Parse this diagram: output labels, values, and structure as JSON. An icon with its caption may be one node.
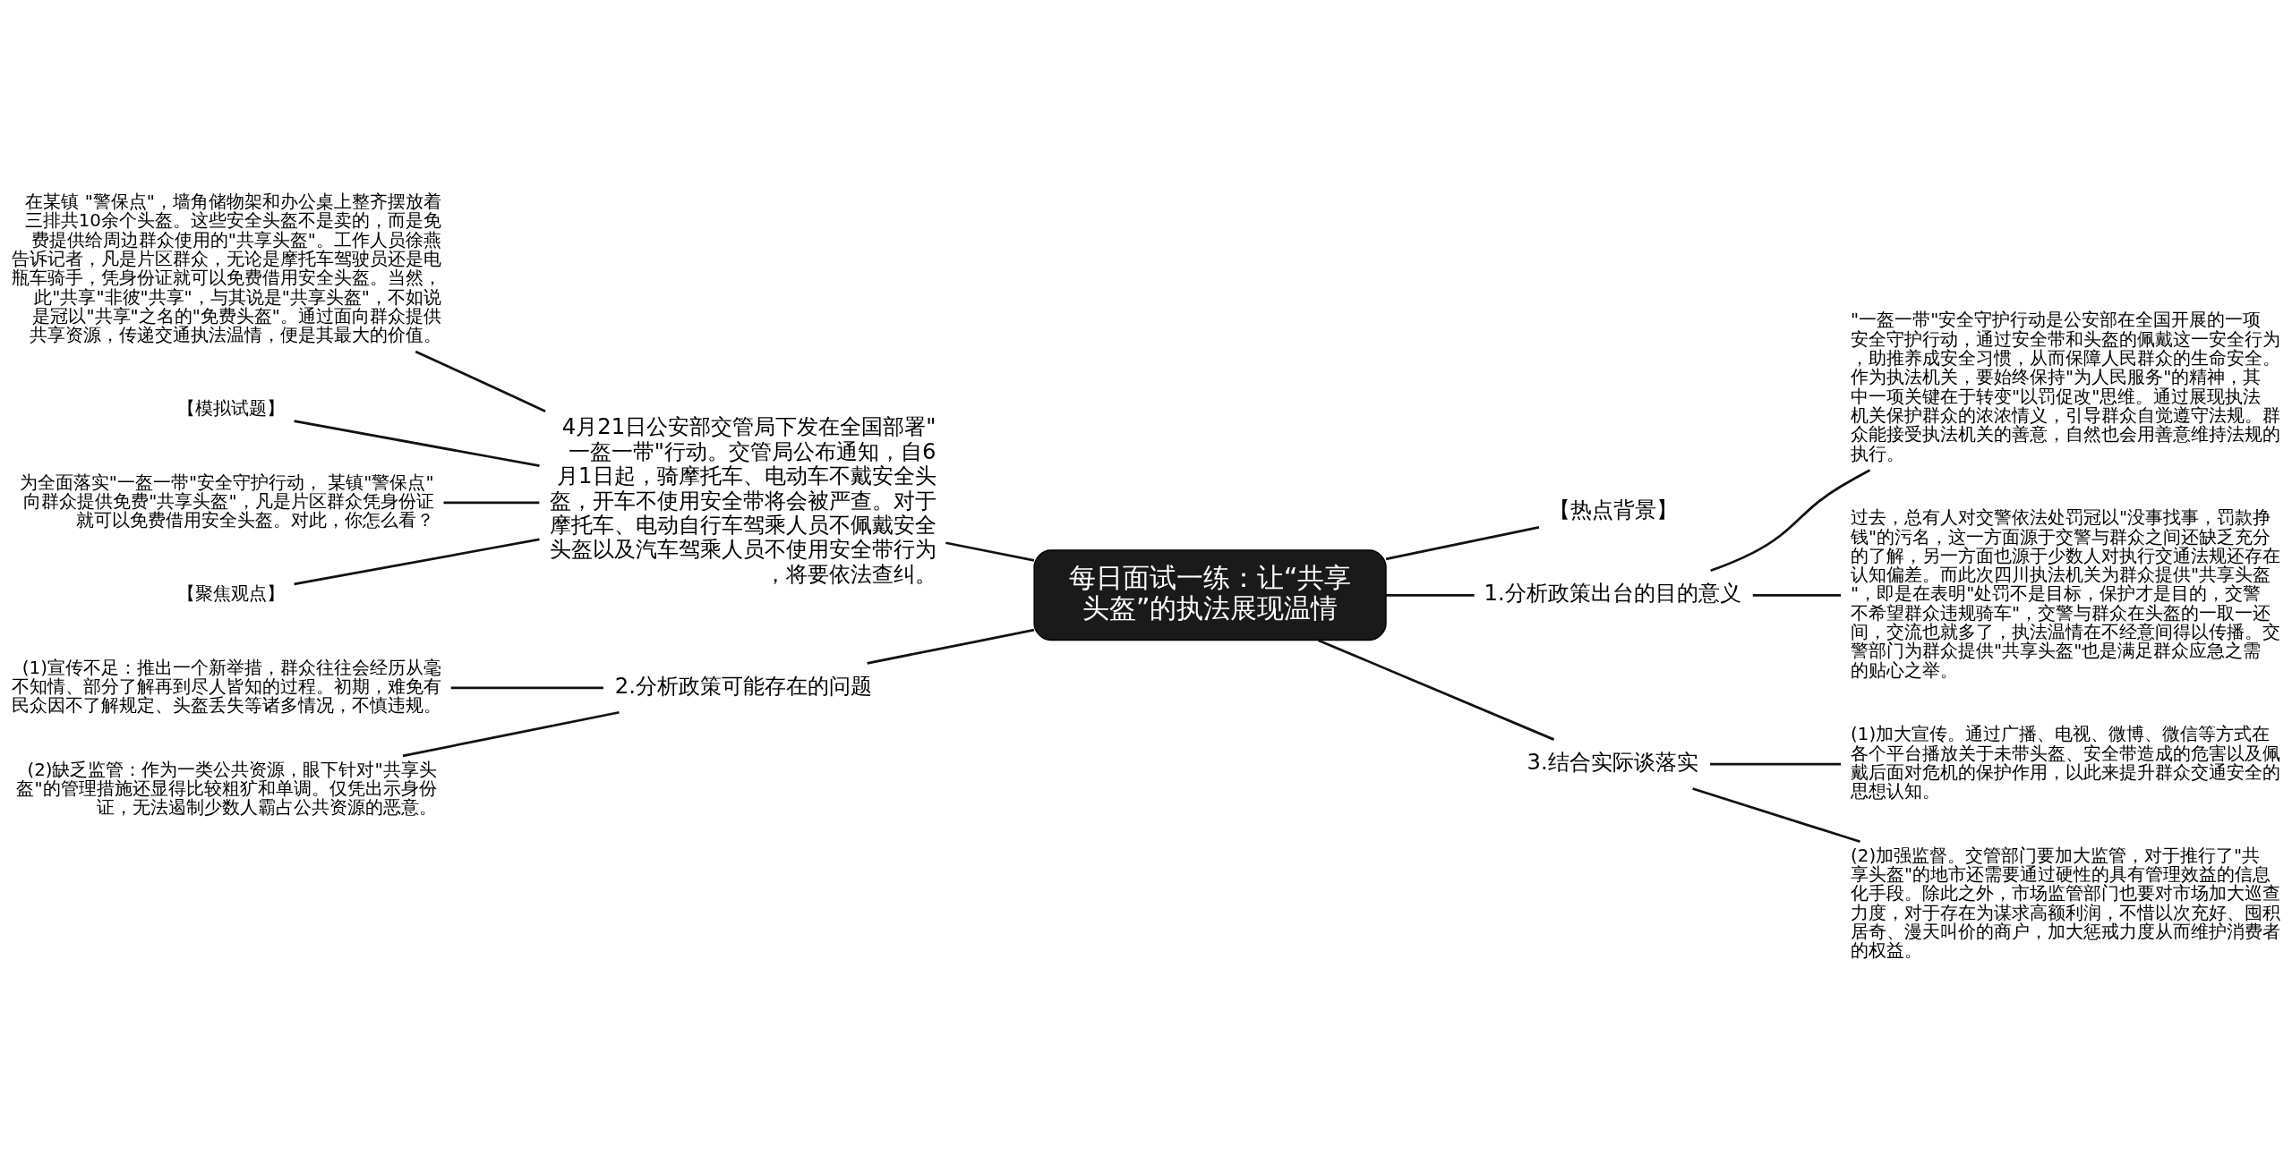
{
  "diagram": {
    "nodes": [
      {
        "text": [
          "每日面试一练：让“共享头盔”的执法展现温情"
        ]
      },
      {
        "text": [
          "【热点背景】"
        ]
      },
      {
        "text": [
          "1.分析政策出台的目的意义"
        ]
      },
      {
        "text": [
          "\"一盔一带\"安全守护行动是公安部在全国开展的一项安全守护行动，通过安全带和头盔的佩戴这一安全行为，助推养成安全习惯，从而保障人民群众的生命安全。作为执法机关，要始终保持\"为人民服务\"的精神，其中一项关键在于转变\"以罚促改\"思维。通过展现执法机关保护群众的浓浓情义，引导群众自觉遵守法规。群众能接受执法机关的善意，自然也会用善意维持法规的执行。"
        ]
      },
      {
        "text": [
          "过去，总有人对交警依法处罚冠以\"没事找事，罚款挣钱\"的污名，这一方面源于交警与群众之间还缺乏充分的了解，另一方面也源于少数人对执行交通法规还存在认知偏差。而此次四川执法机关为群众提供\"共享头盔\"，即是在表明\"处罚不是目标，保护才是目的，交警不希望群众违规骑车\"，交警与群众在头盔的一取一还间，交流也就多了，执法温情在不经意间得以传播。交警部门为群众提供\"共享头盔\"也是满足群众应急之需的贴心之举。"
        ]
      },
      {
        "text": [
          "3.结合实际谈落实"
        ]
      },
      {
        "text": [
          "(1)加大宣传。通过广播、电视、微博、微信等方式在各个平台播放关于未带头盔、安全带造成的危害以及佩戴后面对危机的保护作用，以此来提升群众交通安全的思想认知。"
        ]
      },
      {
        "text": [
          "(2)加强监督。交管部门要加大监管，对于推行了\"共享头盔\"的地市还需要通过硬性的具有管理效益的信息化手段。除此之外，市场监管部门也要对市场加大巡查力度，对于存在为谋求高额利润，不惜以次充好、囤积居奇、漫天叫价的商户，加大惩戒力度从而维护消费者的权益。"
        ]
      },
      {
        "text": [
          "4月21日公安部交管局下发在全国部署\"一盔一带\"行动。交管局公布通知，自6月1日起，骑摩托车、电动车不戴安全头盔，开车不使用安全带将会被严查。对于摩托车、电动自行车驾乘人员不佩戴安全头盔以及汽车驾乘人员不使用安全带行为，将要依法查纠。"
        ]
      },
      {
        "text": [
          "在某镇 \"警保点\"，墙角储物架和办公桌上整齐摆放着三排共10余个头盔。这些安全头盔不是卖的，而是免费提供给周边群众使用的\"共享头盔\"。工作人员徐燕告诉记者，凡是片区群众，无论是摩托车驾驶员还是电瓶车骑手，凭身份证就可以免费借用安全头盔。当然，此\"共享\"非彼\"共享\"，与其说是\"共享头盔\"，不如说是冠以\"共享\"之名的\"免费头盔\"。通过面向群众提供共享资源，传递交通执法温情，便是其最大的价值。"
        ]
      },
      {
        "text": [
          "【模拟试题】"
        ]
      },
      {
        "text": [
          "为全面落实\"一盔一带\"安全守护行动， 某镇\"警保点\"向群众提供免费\"共享头盔\"，凡是片区群众凭身份证就可以免费借用安全头盔。对此，你怎么看？"
        ]
      },
      {
        "text": [
          "【聚焦观点】"
        ]
      },
      {
        "text": [
          "2.分析政策可能存在的问题"
        ]
      },
      {
        "text": [
          "(1)宣传不足：推出一个新举措，群众往往会经历从毫不知情、部分了解再到尽人皆知的过程。初期，难免有民众因不了解规定、头盔丢失等诸多情况，不慎违规。"
        ]
      },
      {
        "text": [
          "(2)缺乏监管：作为一类公共资源，眼下针对\"共享头盔\"的管理措施还显得比较粗犷和单调。仅凭出示身份证，无法遏制少数人霸占公共资源的恶意。"
        ]
      }
    ],
    "edges": [
      {
        "from": 0,
        "to": 1,
        "arrow": "none"
      },
      {
        "from": 0,
        "to": 2,
        "arrow": "none"
      },
      {
        "from": 2,
        "to": 3,
        "arrow": "none"
      },
      {
        "from": 2,
        "to": 4,
        "arrow": "none"
      },
      {
        "from": 0,
        "to": 5,
        "arrow": "none"
      },
      {
        "from": 5,
        "to": 6,
        "arrow": "none"
      },
      {
        "from": 5,
        "to": 7,
        "arrow": "none"
      },
      {
        "from": 0,
        "to": 8,
        "arrow": "none"
      },
      {
        "from": 8,
        "to": 9,
        "arrow": "none"
      },
      {
        "from": 8,
        "to": 10,
        "arrow": "none"
      },
      {
        "from": 8,
        "to": 11,
        "arrow": "none"
      },
      {
        "from": 8,
        "to": 12,
        "arrow": "none"
      },
      {
        "from": 0,
        "to": 13,
        "arrow": "none"
      },
      {
        "from": 13,
        "to": 14,
        "arrow": "none"
      },
      {
        "from": 13,
        "to": 15,
        "arrow": "none"
      }
    ]
  }
}
